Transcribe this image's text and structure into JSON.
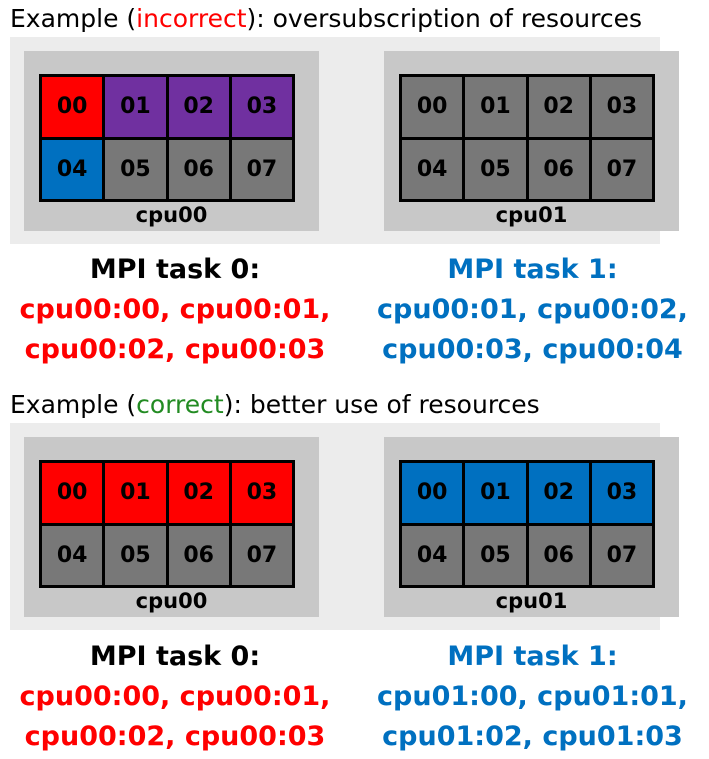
{
  "colors": {
    "red": "#ff0000",
    "purple": "#7030a0",
    "blue": "#0070c0",
    "gray": "#787878",
    "green": "#228b22",
    "black": "#000000"
  },
  "examples": [
    {
      "heading_pre": "Example (",
      "heading_key": "incorrect",
      "heading_key_color": "#ff0000",
      "heading_post": "): oversubscription of resources",
      "nodes": [
        {
          "label": "cpu00",
          "cores": [
            {
              "id": "00",
              "color": "#ff0000"
            },
            {
              "id": "01",
              "color": "#7030a0"
            },
            {
              "id": "02",
              "color": "#7030a0"
            },
            {
              "id": "03",
              "color": "#7030a0"
            },
            {
              "id": "04",
              "color": "#0070c0"
            },
            {
              "id": "05",
              "color": "#787878"
            },
            {
              "id": "06",
              "color": "#787878"
            },
            {
              "id": "07",
              "color": "#787878"
            }
          ]
        },
        {
          "label": "cpu01",
          "cores": [
            {
              "id": "00",
              "color": "#787878"
            },
            {
              "id": "01",
              "color": "#787878"
            },
            {
              "id": "02",
              "color": "#787878"
            },
            {
              "id": "03",
              "color": "#787878"
            },
            {
              "id": "04",
              "color": "#787878"
            },
            {
              "id": "05",
              "color": "#787878"
            },
            {
              "id": "06",
              "color": "#787878"
            },
            {
              "id": "07",
              "color": "#787878"
            }
          ]
        }
      ],
      "tasks": [
        {
          "title": "MPI task 0:",
          "title_color": "#000000",
          "lines": [
            "cpu00:00, cpu00:01,",
            "cpu00:02, cpu00:03"
          ],
          "color": "#ff0000"
        },
        {
          "title": "MPI task 1:",
          "title_color": "#0070c0",
          "lines": [
            "cpu00:01, cpu00:02,",
            "cpu00:03, cpu00:04"
          ],
          "color": "#0070c0"
        }
      ]
    },
    {
      "heading_pre": "Example (",
      "heading_key": "correct",
      "heading_key_color": "#228b22",
      "heading_post": "): better use of resources",
      "nodes": [
        {
          "label": "cpu00",
          "cores": [
            {
              "id": "00",
              "color": "#ff0000"
            },
            {
              "id": "01",
              "color": "#ff0000"
            },
            {
              "id": "02",
              "color": "#ff0000"
            },
            {
              "id": "03",
              "color": "#ff0000"
            },
            {
              "id": "04",
              "color": "#787878"
            },
            {
              "id": "05",
              "color": "#787878"
            },
            {
              "id": "06",
              "color": "#787878"
            },
            {
              "id": "07",
              "color": "#787878"
            }
          ]
        },
        {
          "label": "cpu01",
          "cores": [
            {
              "id": "00",
              "color": "#0070c0"
            },
            {
              "id": "01",
              "color": "#0070c0"
            },
            {
              "id": "02",
              "color": "#0070c0"
            },
            {
              "id": "03",
              "color": "#0070c0"
            },
            {
              "id": "04",
              "color": "#787878"
            },
            {
              "id": "05",
              "color": "#787878"
            },
            {
              "id": "06",
              "color": "#787878"
            },
            {
              "id": "07",
              "color": "#787878"
            }
          ]
        }
      ],
      "tasks": [
        {
          "title": "MPI task 0:",
          "title_color": "#000000",
          "lines": [
            "cpu00:00, cpu00:01,",
            "cpu00:02, cpu00:03"
          ],
          "color": "#ff0000"
        },
        {
          "title": "MPI task 1:",
          "title_color": "#0070c0",
          "lines": [
            "cpu01:00, cpu01:01,",
            "cpu01:02, cpu01:03"
          ],
          "color": "#0070c0"
        }
      ]
    }
  ]
}
